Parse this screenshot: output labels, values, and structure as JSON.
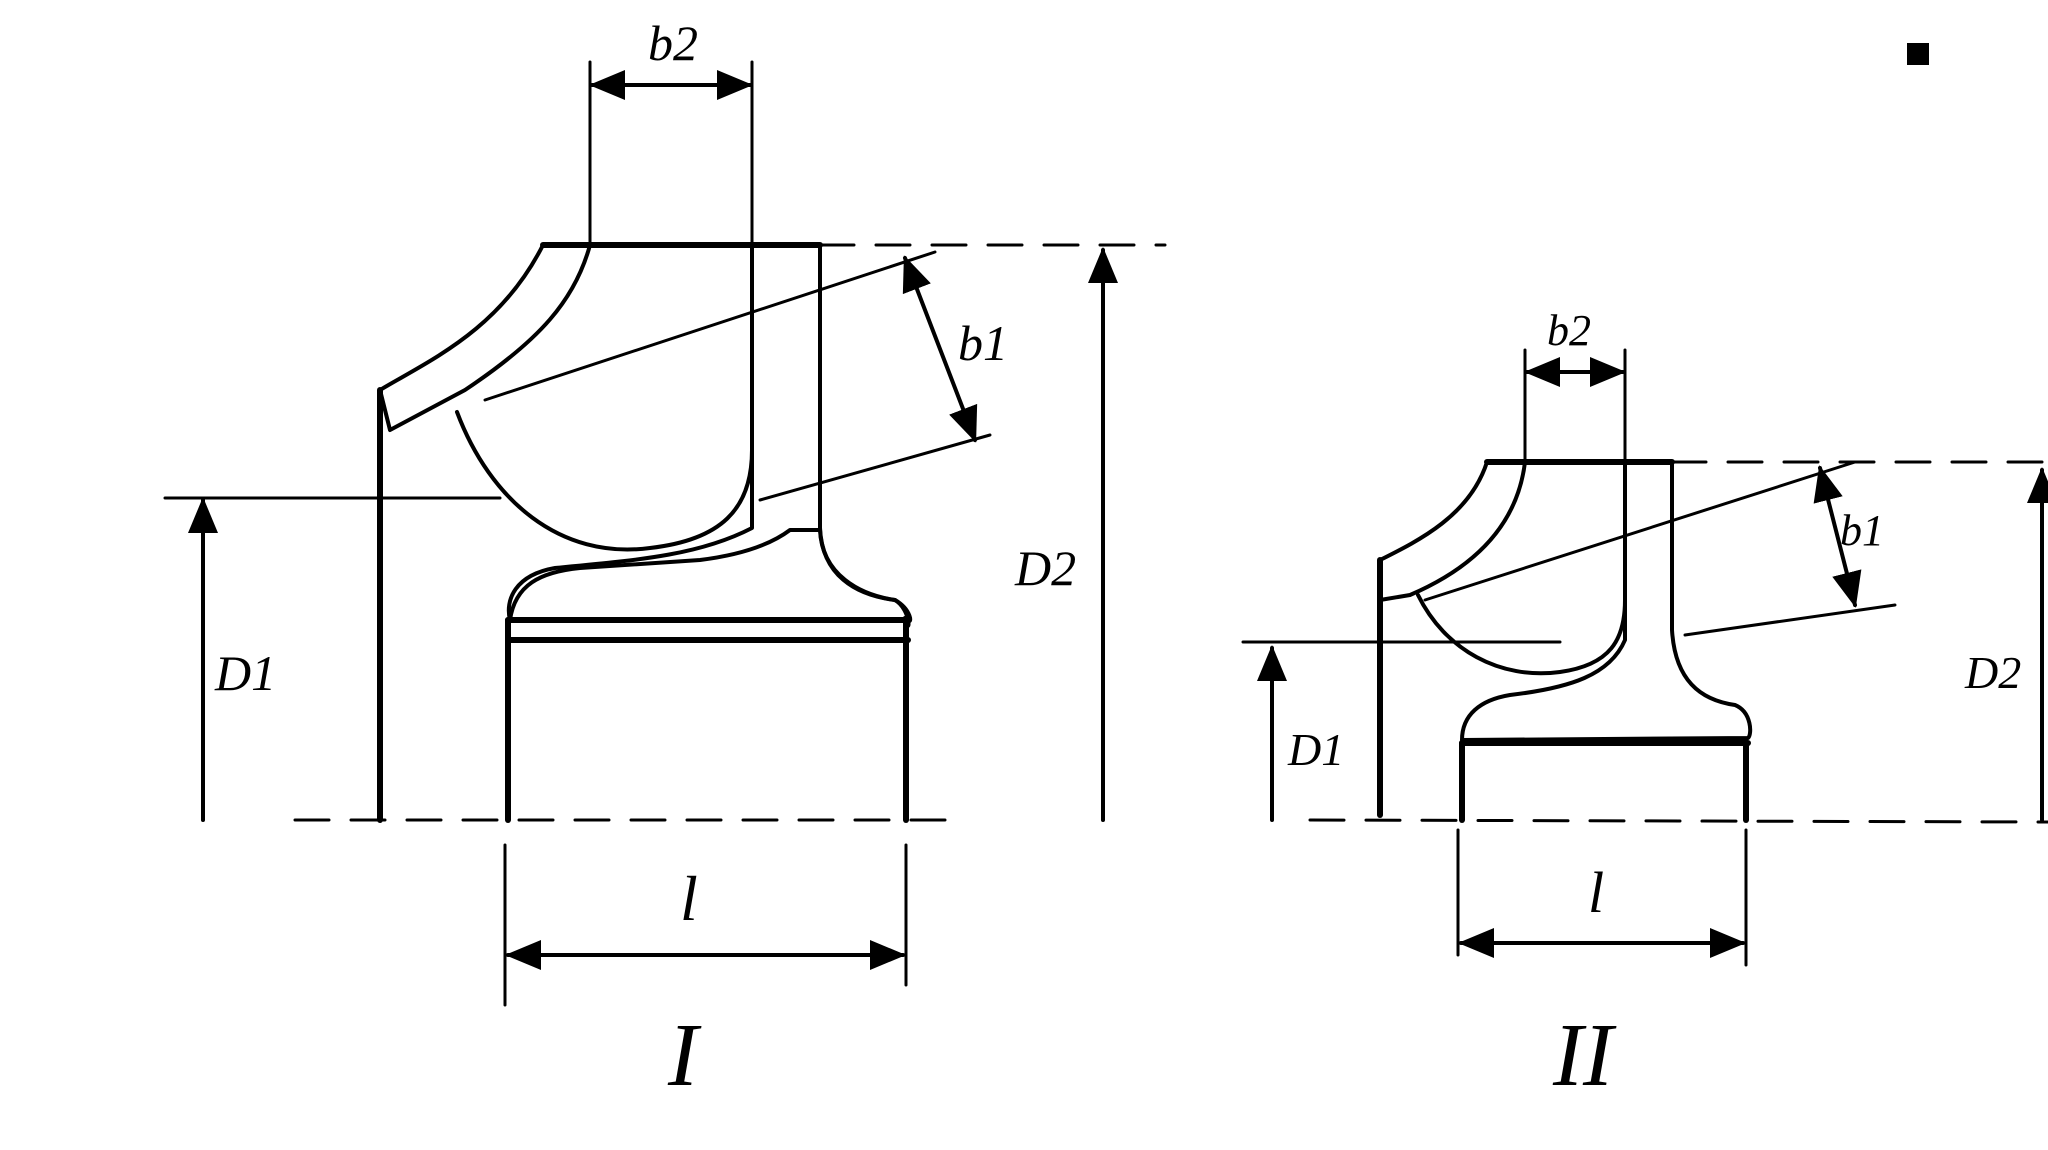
{
  "figures": [
    {
      "id": "I",
      "caption": "I",
      "labels": {
        "b2": "b2",
        "b1": "b1",
        "D2": "D2",
        "D1": "D1",
        "l": "l"
      }
    },
    {
      "id": "II",
      "caption": "II",
      "labels": {
        "b2": "b2",
        "b1": "b1",
        "D2": "D2",
        "D1": "D1",
        "l": "l"
      }
    }
  ],
  "colors": {
    "ink": "#000000",
    "paper": "#ffffff"
  }
}
